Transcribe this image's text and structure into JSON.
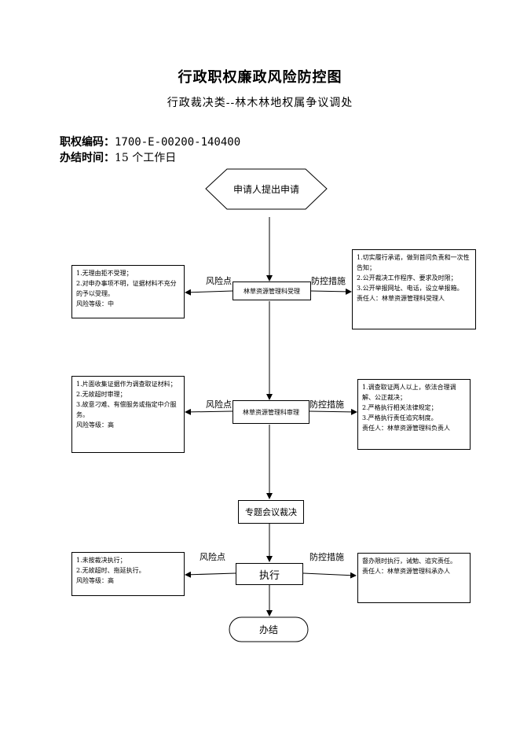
{
  "title": "行政职权廉政风险防控图",
  "subtitle": "行政裁决类--林木林地权属争议调处",
  "meta": {
    "code_label": "职权编码：",
    "code_value": "1700-E-00200-140400",
    "time_label": "办结时间：",
    "time_value": "15 个工作日"
  },
  "labels": {
    "risk": "风险点",
    "control": "防控措施"
  },
  "flow": {
    "start": "申请人提出申请",
    "step1": "林草资源管理科受理",
    "step2": "林草资源管理科审理",
    "step3": "专题会议裁决",
    "step4": "执行",
    "end": "办结"
  },
  "risk1": [
    "1.无理由拒不受理；",
    "2.对申办事项不明，证据材料不充分的予以受理。",
    "风险等级：中"
  ],
  "control1": [
    "1.切实履行承诺，做到首问负责和一次性告知；",
    "2.公开裁决工作程序、要求及时限；",
    "3.公开举报网址、电话，设立举报箱。",
    "责任人：林草资源管理科受理人"
  ],
  "risk2": [
    "1.片面收集证据作为调查取证材料；",
    "2.无故超时审理；",
    "3.故意刁难、有偿服务或指定中介服务。",
    "风险等级：高"
  ],
  "control2": [
    "1.调查取证两人以上，依法合理调解、公正裁决；",
    "2.严格执行相关法律规定；",
    "3.严格执行责任追究制度。",
    "责任人：林草资源管理科负责人"
  ],
  "risk3": [
    "1.未按裁决执行；",
    "2.无故超时、拖延执行。",
    "风险等级：高"
  ],
  "control3": [
    "督办限时执行，诫勉、追究责任。",
    "责任人：林草资源管理科承办人"
  ]
}
